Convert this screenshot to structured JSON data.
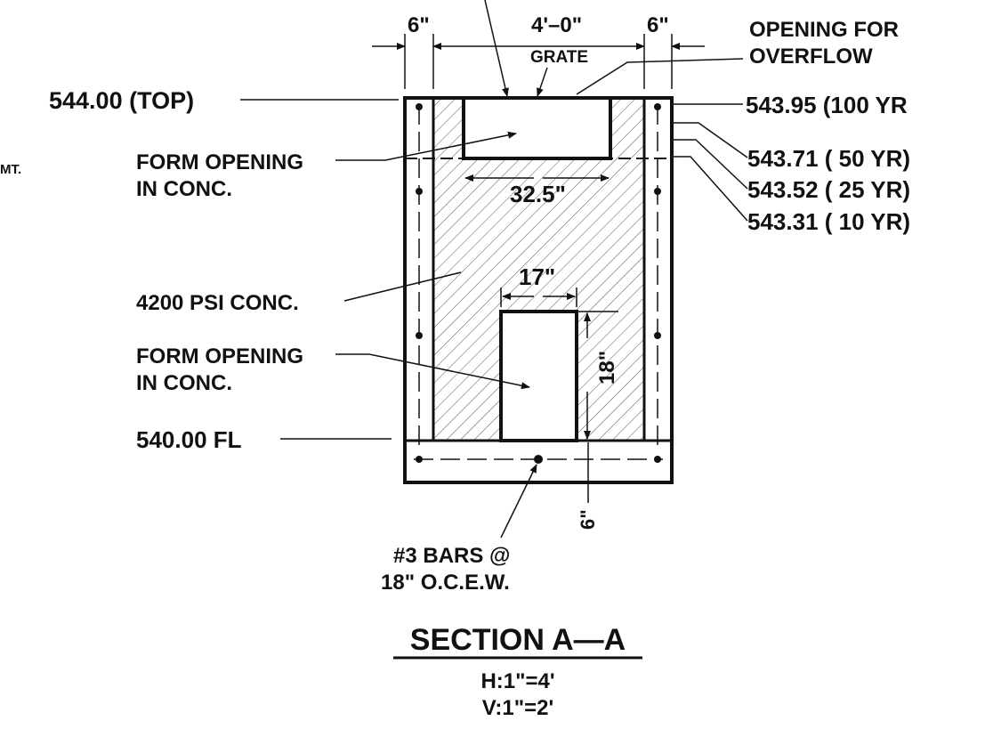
{
  "dimensions": {
    "left_wall": "6\"",
    "grate_width": "4'–0\"",
    "grate": "GRATE",
    "right_wall": "6\"",
    "opening_top_width": "32.5\"",
    "opening_bottom_width": "17\"",
    "opening_bottom_height": "18\"",
    "base_thickness": "6\""
  },
  "left_labels": {
    "top": "544.00 (TOP)",
    "form_opening_1a": "FORM OPENING",
    "form_opening_1b": "IN CONC.",
    "concrete": "4200 PSI CONC.",
    "form_opening_2a": "FORM OPENING",
    "form_opening_2b": "IN CONC.",
    "floor": "540.00 FL",
    "margin_fragment": "MT."
  },
  "right_labels": {
    "overflow_1": "OPENING FOR",
    "overflow_2": "OVERFLOW",
    "elev_100": "543.95 (100 YR",
    "elev_50": "543.71 ( 50 YR)",
    "elev_25": "543.52 ( 25 YR)",
    "elev_10": "543.31 ( 10 YR)"
  },
  "rebar": {
    "line1": "#3 BARS @",
    "line2": "18\" O.C.E.W."
  },
  "title": {
    "main": "SECTION A—A",
    "h_scale": "H:1\"=4'",
    "v_scale": "V:1\"=2'"
  }
}
